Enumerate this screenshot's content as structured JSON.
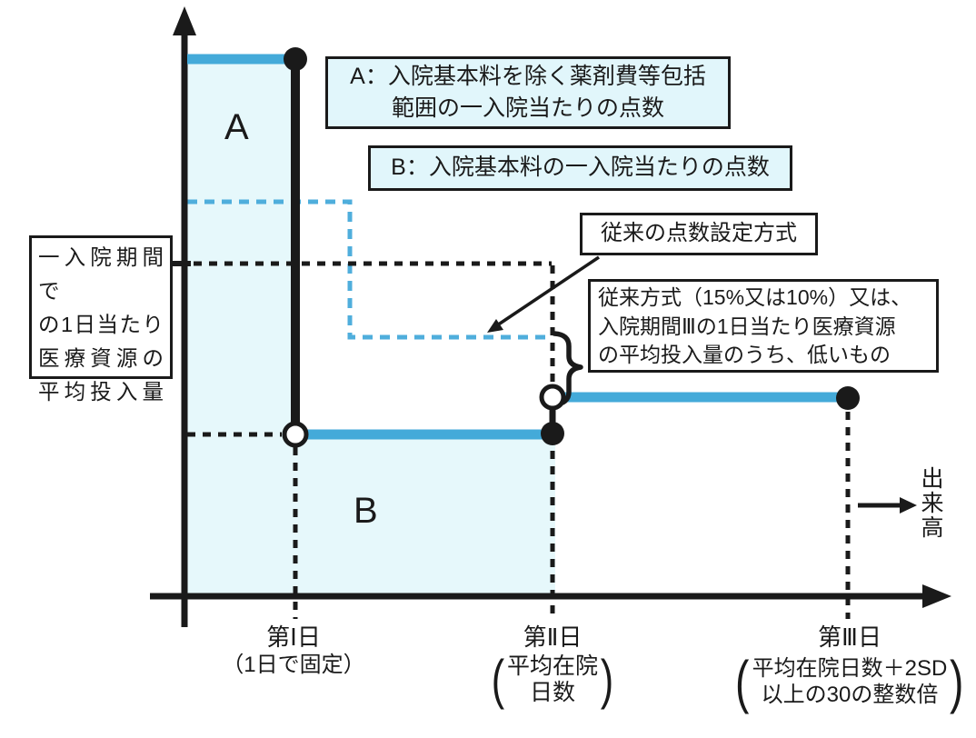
{
  "regions": {
    "a": "A",
    "b": "B"
  },
  "boxes": {
    "box_a": {
      "line1": "A：入院基本料を除く薬剤費等包括",
      "line2": "範囲の一入院当たりの点数"
    },
    "box_b": "B：入院基本料の一入院当たりの点数",
    "conventional": "従来の点数設定方式",
    "lower_rule": {
      "line1": "従来方式（15%又は10%）又は、",
      "line2": "入院期間Ⅲの1日当たり医療資源",
      "line3": "の平均投入量のうち、低いもの"
    },
    "y_axis_label": {
      "line1": "一入院期間で",
      "line2": "の1日当たり",
      "line3": "医療資源の",
      "line4": "平均投入量"
    }
  },
  "x_axis": {
    "day1_title": "第Ⅰ日",
    "day1_note": "（1日で固定）",
    "day2_title": "第Ⅱ日",
    "day2_note_line1": "平均在院",
    "day2_note_line2": "日数",
    "day3_title": "第Ⅲ日",
    "day3_note_line1": "平均在院日数＋2SD",
    "day3_note_line2": "以上の30の整数倍",
    "paren_open": "(",
    "paren_close": ")"
  },
  "right_label": "出来高",
  "colors": {
    "line_blue": "#44AAD9",
    "dashed_blue": "#4FAEDC",
    "fill_cyan": "#E6F8FB",
    "box_cyan": "#E1F6FB",
    "black": "#1A1A1A"
  }
}
